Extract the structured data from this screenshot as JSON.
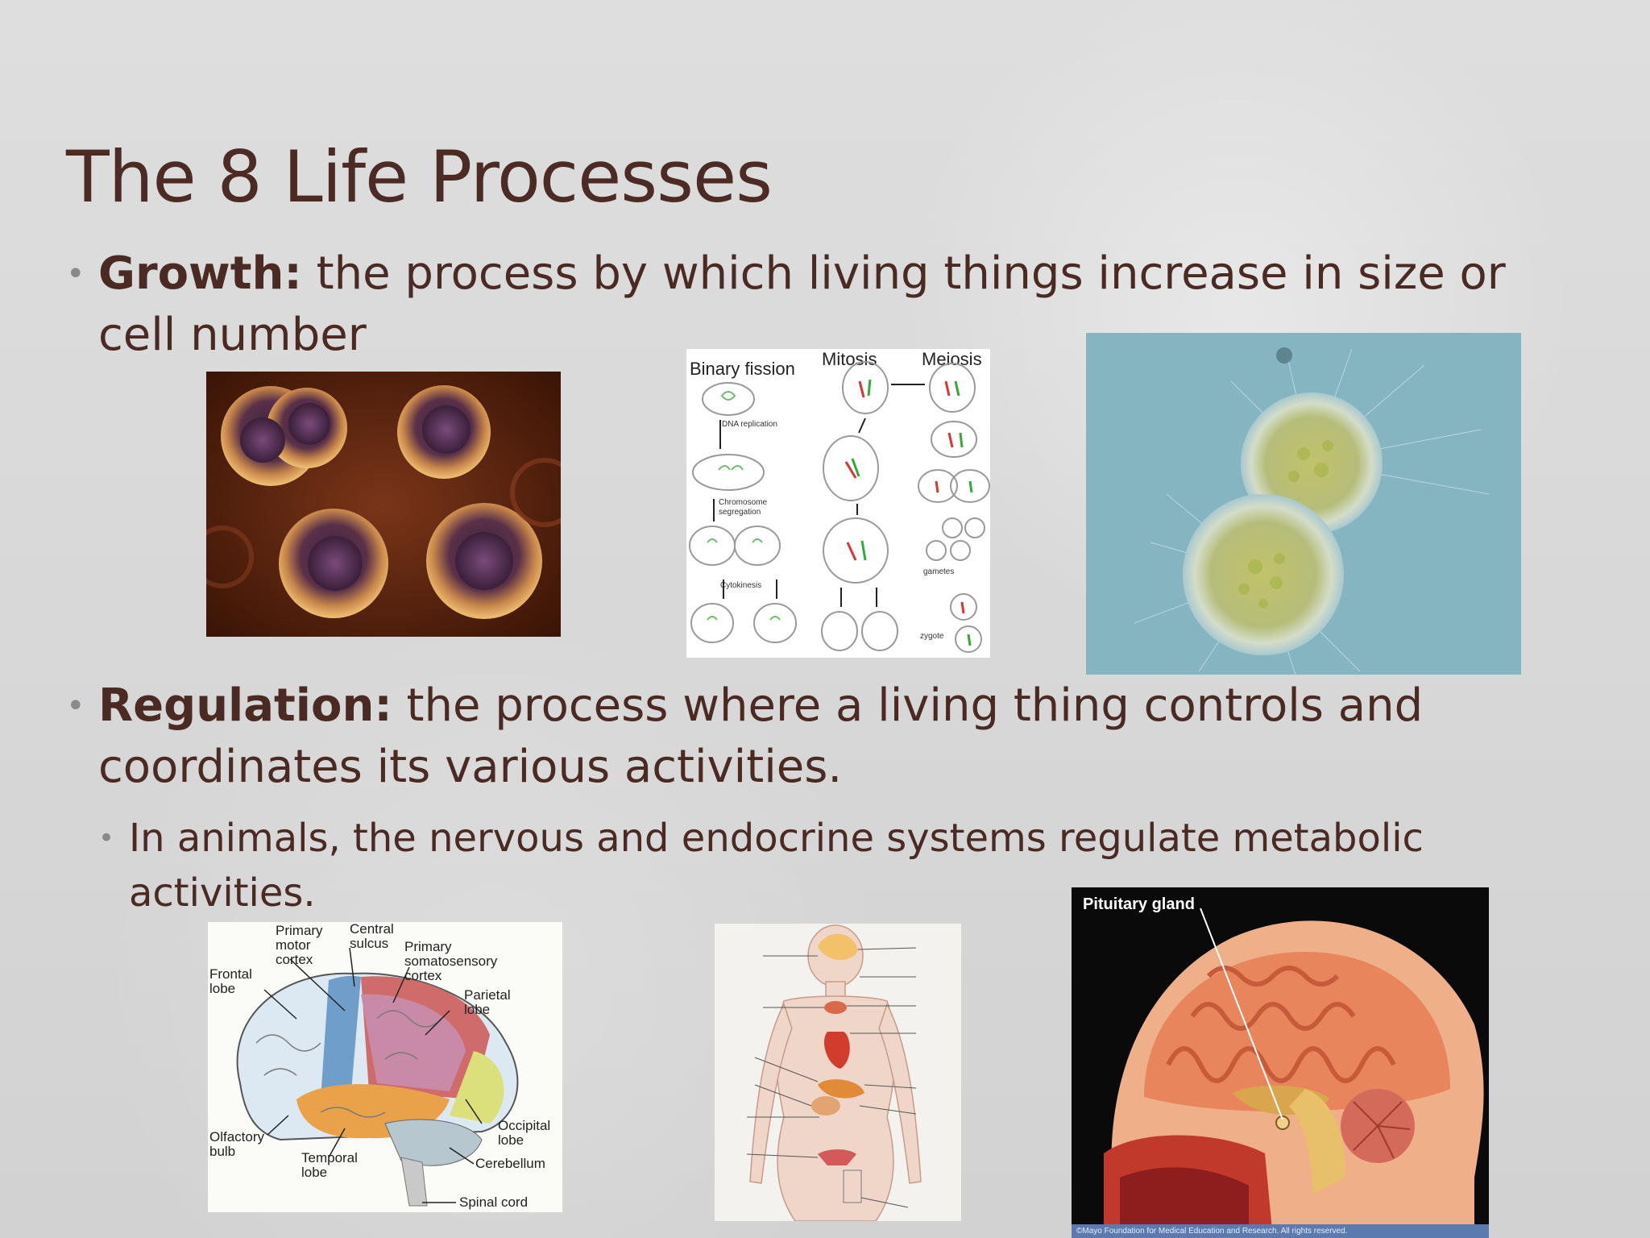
{
  "slide": {
    "title": "The 8 Life Processes",
    "growth": {
      "term": "Growth:",
      "text": " the process by which living things increase in size or cell number"
    },
    "regulation": {
      "term": "Regulation:",
      "text": " the process where a living thing controls and coordinates its various activities.",
      "sub": "In animals, the nervous and endocrine systems regulate metabolic activities."
    }
  },
  "figures": {
    "division": {
      "binary": "Binary fission",
      "mitosis": "Mitosis",
      "meiosis": "Meiosis",
      "dna": "DNA replication",
      "chrom": "Chromosome segregation",
      "cyto": "Cytokinesis",
      "gametes": "gametes",
      "zygote": "zygote"
    },
    "brain": {
      "primary_motor": "Primary motor cortex",
      "central_sulcus": "Central sulcus",
      "somatosensory": "Primary somatosensory cortex",
      "frontal": "Frontal lobe",
      "parietal": "Parietal lobe",
      "occipital": "Occipital lobe",
      "olfactory": "Olfactory bulb",
      "temporal": "Temporal lobe",
      "cerebellum": "Cerebellum",
      "spinal": "Spinal cord"
    },
    "pituitary": {
      "label": "Pituitary gland",
      "credit": "©Mayo Foundation for Medical Education and Research. All rights reserved."
    }
  },
  "colors": {
    "text": "#4a2a22",
    "bullet": "#8a8a8a"
  }
}
